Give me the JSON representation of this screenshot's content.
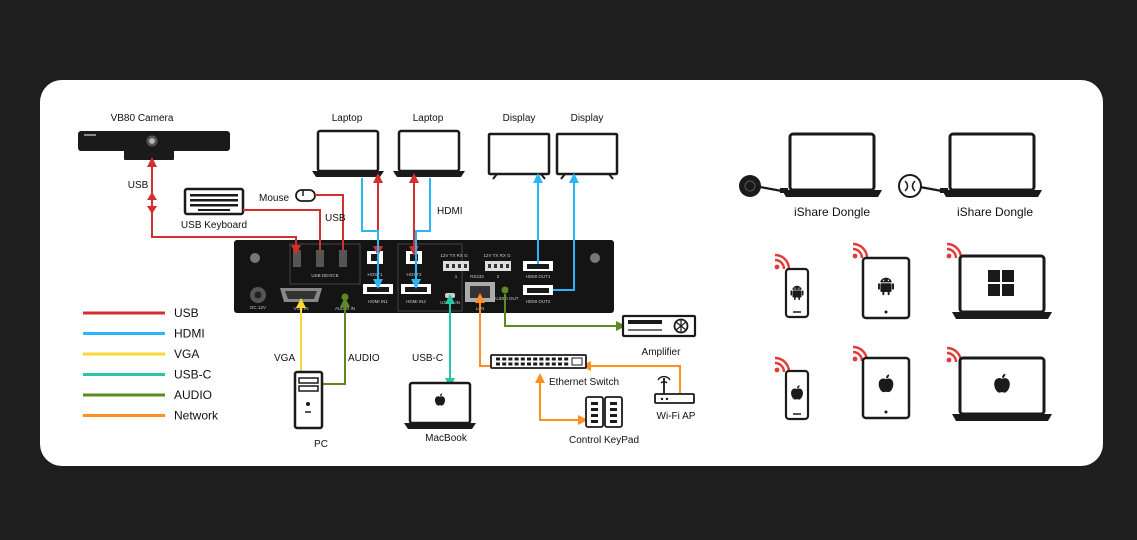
{
  "colors": {
    "usb": "#d32f2f",
    "hdmi": "#29b6f6",
    "vga": "#fdd835",
    "usbc": "#26c6a6",
    "audio": "#5b8a1e",
    "network": "#ff8f1f",
    "background": "#1e1e1e",
    "card": "#ffffff",
    "device_dark": "#1a1a1a",
    "wifi": "#e53935"
  },
  "devices": {
    "camera": "VB80 Camera",
    "laptop1": "Laptop",
    "laptop2": "Laptop",
    "display1": "Display",
    "display2": "Display",
    "keyboard": "USB Keyboard",
    "mouse": "Mouse",
    "pc": "PC",
    "macbook": "MacBook",
    "amplifier": "Amplifier",
    "ethernet_switch": "Ethernet Switch",
    "control_keypad": "Control KeyPad",
    "wifi_ap": "Wi-Fi AP"
  },
  "cable_labels": {
    "usb_camera": "USB",
    "usb_peripherals": "USB",
    "hdmi": "HDMI",
    "vga": "VGA",
    "audio": "AUDIO",
    "usbc": "USB-C"
  },
  "panel_labels": {
    "usb_device": "USB DEVICE",
    "host1": "HOST1",
    "host2": "HOST2",
    "hdmi_in1": "HDMI IN1",
    "hdmi_in2": "HDMI IN2",
    "hdmi_out1": "HDMI OUT1",
    "hdmi_out2": "HDMI OUT2",
    "rs232": "RS232",
    "rs232_pins": "12V TX RX G",
    "dc": "DC 12V",
    "vga_in": "VGA IN",
    "audio_in": "AUDIO IN",
    "usbc_in": "USB-C IN",
    "lan": "LAN",
    "audio_out": "AUDIO OUT",
    "rs232_port1": "1",
    "rs232_port2": "2"
  },
  "legend": [
    {
      "label": "USB",
      "color_key": "usb"
    },
    {
      "label": "HDMI",
      "color_key": "hdmi"
    },
    {
      "label": "VGA",
      "color_key": "vga"
    },
    {
      "label": "USB-C",
      "color_key": "usbc"
    },
    {
      "label": "AUDIO",
      "color_key": "audio"
    },
    {
      "label": "Network",
      "color_key": "network"
    }
  ],
  "dongles": [
    {
      "label": "iShare Dongle"
    },
    {
      "label": "iShare Dongle"
    }
  ],
  "wireless_clients": [
    {
      "device": "android-phone",
      "icon": "android-icon"
    },
    {
      "device": "android-tablet",
      "icon": "android-icon"
    },
    {
      "device": "windows-laptop",
      "icon": "windows-icon"
    },
    {
      "device": "iphone",
      "icon": "apple-icon"
    },
    {
      "device": "ipad",
      "icon": "apple-icon"
    },
    {
      "device": "macbook",
      "icon": "apple-icon"
    }
  ]
}
